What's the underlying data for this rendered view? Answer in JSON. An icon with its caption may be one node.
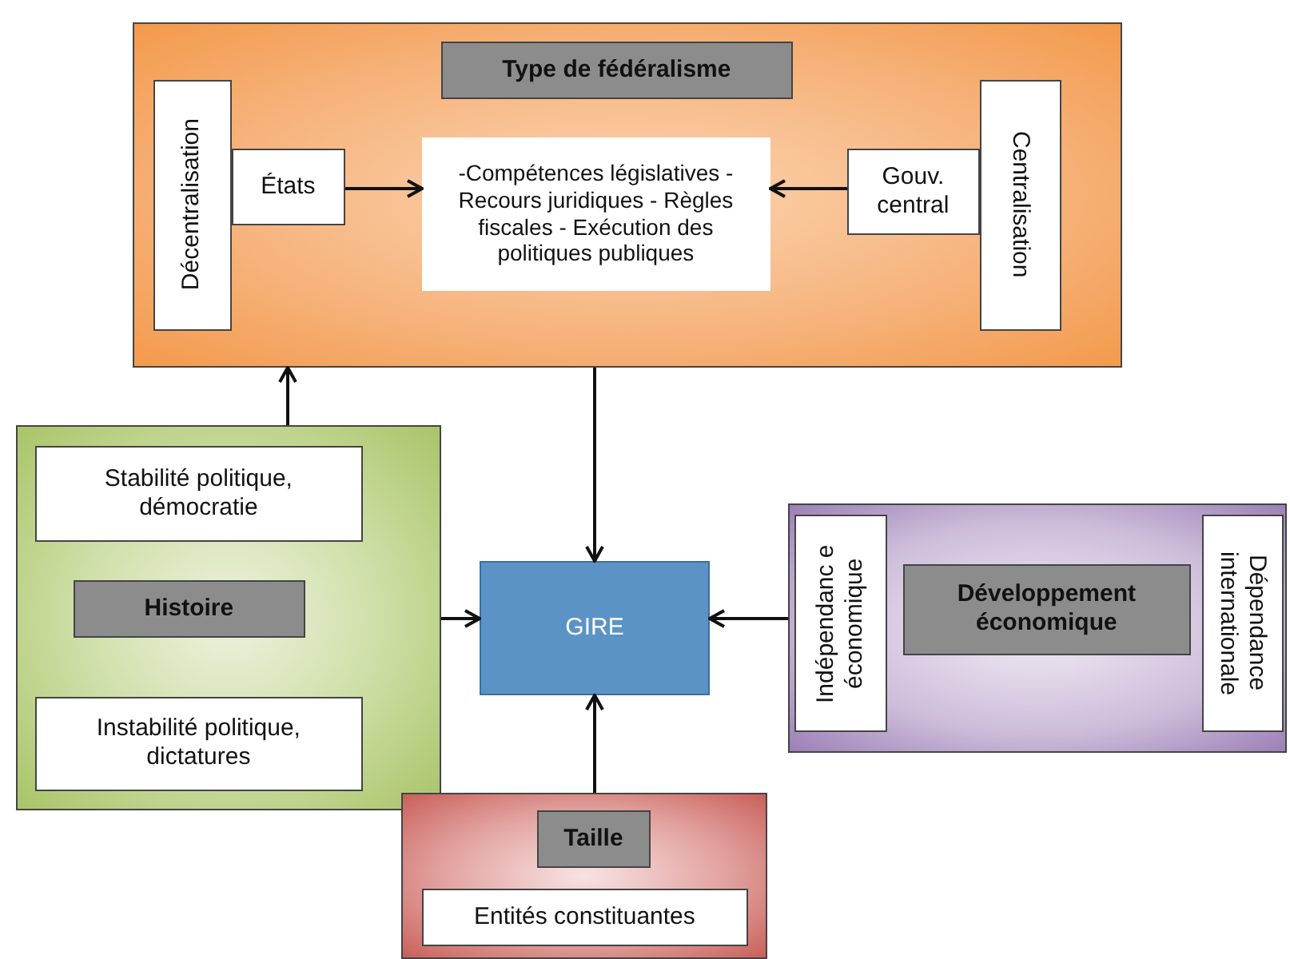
{
  "diagram": {
    "nodes": [
      {
        "text": [],
        "shape": "box"
      },
      {
        "text": [
          "Type de fédéralisme"
        ],
        "in": 0
      },
      {
        "text": [
          "Décentralisation"
        ],
        "in": 0
      },
      {
        "text": [
          "États"
        ],
        "in": 0
      },
      {
        "text": [
          "-Compétences législatives - Recours juridiques - Règles fiscales - Exécution des politiques publiques"
        ],
        "in": 0
      },
      {
        "text": [
          "Gouv. central"
        ],
        "in": 0
      },
      {
        "text": [
          "Centralisation"
        ],
        "in": 0
      },
      {
        "text": [],
        "shape": "box"
      },
      {
        "text": [
          "Stabilité politique, démocratie"
        ],
        "in": 7
      },
      {
        "text": [
          "Histoire"
        ],
        "in": 7
      },
      {
        "text": [
          "Instabilité politique, dictatures"
        ],
        "in": 7
      },
      {
        "text": [
          "GIRE"
        ]
      },
      {
        "text": [],
        "shape": "box"
      },
      {
        "text": [
          "Indépendanc e économique"
        ],
        "in": 12
      },
      {
        "text": [
          "Développement économique"
        ],
        "in": 12
      },
      {
        "text": [
          "Dépendance internationale"
        ],
        "in": 12
      },
      {
        "text": [],
        "shape": "box"
      },
      {
        "text": [
          "Taille"
        ],
        "in": 16
      },
      {
        "text": [
          "Entités constituantes"
        ],
        "in": 16
      }
    ],
    "edges": [
      {
        "from": 3,
        "to": 4,
        "arrow": "to"
      },
      {
        "from": 5,
        "to": 4,
        "arrow": "to"
      },
      {
        "from": 0,
        "to": 11,
        "arrow": "to"
      },
      {
        "from": 7,
        "to": 0,
        "arrow": "to"
      },
      {
        "from": 7,
        "to": 11,
        "arrow": "to"
      },
      {
        "from": 12,
        "to": 11,
        "arrow": "to"
      },
      {
        "from": 16,
        "to": 11,
        "arrow": "to"
      }
    ]
  }
}
